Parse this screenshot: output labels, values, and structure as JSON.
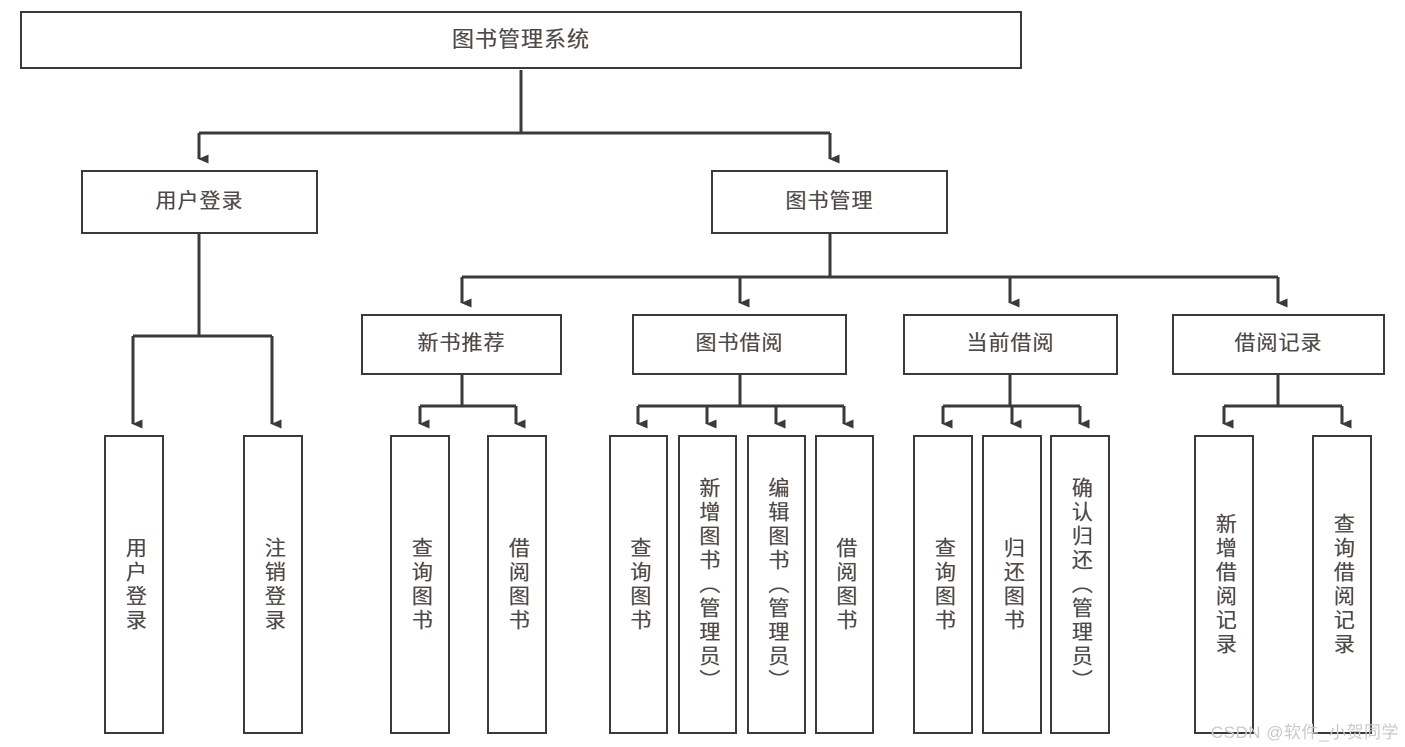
{
  "diagram": {
    "type": "tree-hierarchy",
    "title": "图书管理系统",
    "colors": {
      "box_border": "#3a3a3a",
      "box_fill": "#ffffff",
      "connector": "#3a3a3a",
      "text": "#4a4a4a",
      "watermark": "#c9c9c9",
      "background": "#ffffff"
    },
    "nodes": {
      "root": {
        "label": "图书管理系统",
        "level": 0,
        "orientation": "horizontal"
      },
      "l1": [
        {
          "id": "user-login",
          "label": "用户登录",
          "level": 1,
          "orientation": "horizontal"
        },
        {
          "id": "book-manage",
          "label": "图书管理",
          "level": 1,
          "orientation": "horizontal"
        }
      ],
      "l2": [
        {
          "id": "new-book-recommend",
          "label": "新书推荐",
          "level": 2,
          "orientation": "horizontal",
          "parent": "book-manage"
        },
        {
          "id": "book-borrow",
          "label": "图书借阅",
          "level": 2,
          "orientation": "horizontal",
          "parent": "book-manage"
        },
        {
          "id": "current-borrow",
          "label": "当前借阅",
          "level": 2,
          "orientation": "horizontal",
          "parent": "book-manage"
        },
        {
          "id": "borrow-record",
          "label": "借阅记录",
          "level": 2,
          "orientation": "horizontal",
          "parent": "book-manage"
        }
      ],
      "leaves": [
        {
          "id": "leaf-user-login",
          "label": "用户登录",
          "parent": "user-login"
        },
        {
          "id": "leaf-logout-login",
          "label": "注销登录",
          "parent": "user-login"
        },
        {
          "id": "leaf-query-book-1",
          "label": "查询图书",
          "parent": "new-book-recommend"
        },
        {
          "id": "leaf-borrow-book-1",
          "label": "借阅图书",
          "parent": "new-book-recommend"
        },
        {
          "id": "leaf-query-book-2",
          "label": "查询图书",
          "parent": "book-borrow"
        },
        {
          "id": "leaf-add-book",
          "label": "新增图书（管理员）",
          "parent": "book-borrow"
        },
        {
          "id": "leaf-edit-book",
          "label": "编辑图书（管理员）",
          "parent": "book-borrow"
        },
        {
          "id": "leaf-borrow-book-2",
          "label": "借阅图书",
          "parent": "book-borrow"
        },
        {
          "id": "leaf-query-book-3",
          "label": "查询图书",
          "parent": "current-borrow"
        },
        {
          "id": "leaf-return-book",
          "label": "归还图书",
          "parent": "current-borrow"
        },
        {
          "id": "leaf-confirm-return",
          "label": "确认归还（管理员）",
          "parent": "current-borrow"
        },
        {
          "id": "leaf-add-record",
          "label": "新增借阅记录",
          "parent": "borrow-record"
        },
        {
          "id": "leaf-query-record",
          "label": "查询借阅记录",
          "parent": "borrow-record"
        }
      ]
    }
  },
  "watermark": {
    "text": "CSDN @软件_小贺同学"
  }
}
